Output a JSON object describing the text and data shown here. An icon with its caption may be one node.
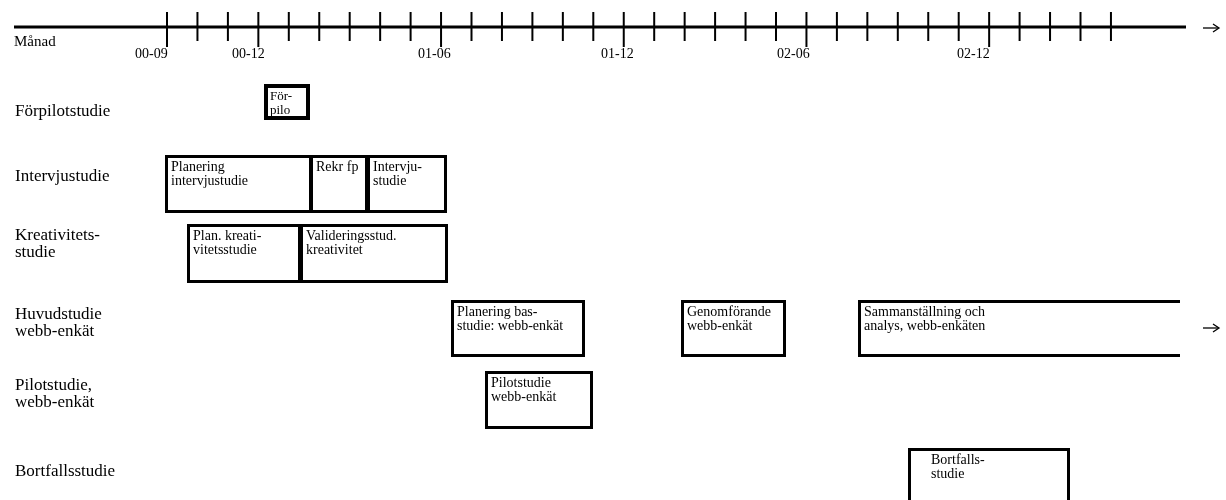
{
  "diagram": {
    "nodes": [
      {
        "text": [
          "För- pilo"
        ]
      },
      {
        "text": [
          "Planering intervjustudie"
        ]
      },
      {
        "text": [
          "Rekr fp"
        ]
      },
      {
        "text": [
          "Intervju- studie"
        ]
      },
      {
        "text": [
          "Plan. kreati- vitetsstudie"
        ]
      },
      {
        "text": [
          "Valideringsstud. kreativitet"
        ]
      },
      {
        "text": [
          "Planering bas- studie: webb-enkät"
        ]
      },
      {
        "text": [
          "Genomförande webb-enkät"
        ]
      },
      {
        "text": [
          "Sammanställning och analys, webb-enkäten"
        ]
      },
      {
        "text": [
          "Pilotstudie webb-enkät"
        ]
      },
      {
        "text": [
          "Bortfalls- studie"
        ]
      }
    ],
    "edges": [],
    "labels": [
      "Månad",
      "00-09",
      "00-12",
      "01-06",
      "01-12",
      "02-06",
      "02-12",
      "Förpilotstudie",
      "Intervjustudie",
      "Kreativitets- studie",
      "Huvudstudie webb-enkät",
      "Pilotstudie, webb-enkät",
      "Bortfallsstudie"
    ]
  }
}
